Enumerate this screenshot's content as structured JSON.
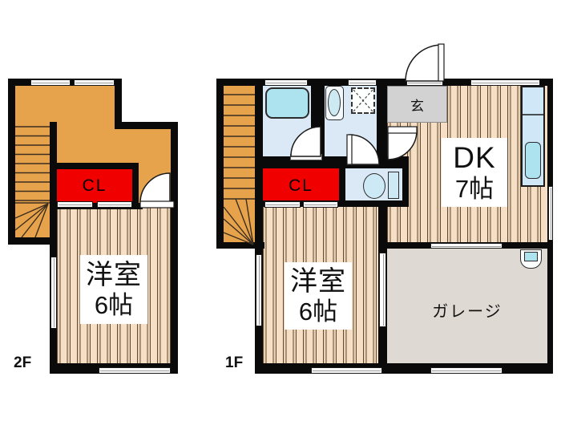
{
  "plan": {
    "floor2": {
      "label": "2F",
      "closet": "CL",
      "room": "洋室",
      "room_size": "6帖"
    },
    "floor1": {
      "label": "1F",
      "closet": "CL",
      "entrance": "玄",
      "dk": "DK",
      "dk_size": "7帖",
      "room": "洋室",
      "room_size": "6帖",
      "garage": "ガレージ"
    }
  },
  "colors": {
    "wall": "#0a0a0a",
    "stairs_orange": "#e7a34b",
    "plank_base": "#f6dfc5",
    "plank_line": "#5f4b35",
    "closet_red": "#f10000",
    "wet_blue": "#dbe9f7",
    "fixture_cyan": "#ade3ee",
    "kitchen_blue": "#cfe7f7",
    "entrance_gray": "#d2d2d2",
    "garage_gray": "#ded9d2",
    "window_line": "#9a9a9a"
  }
}
